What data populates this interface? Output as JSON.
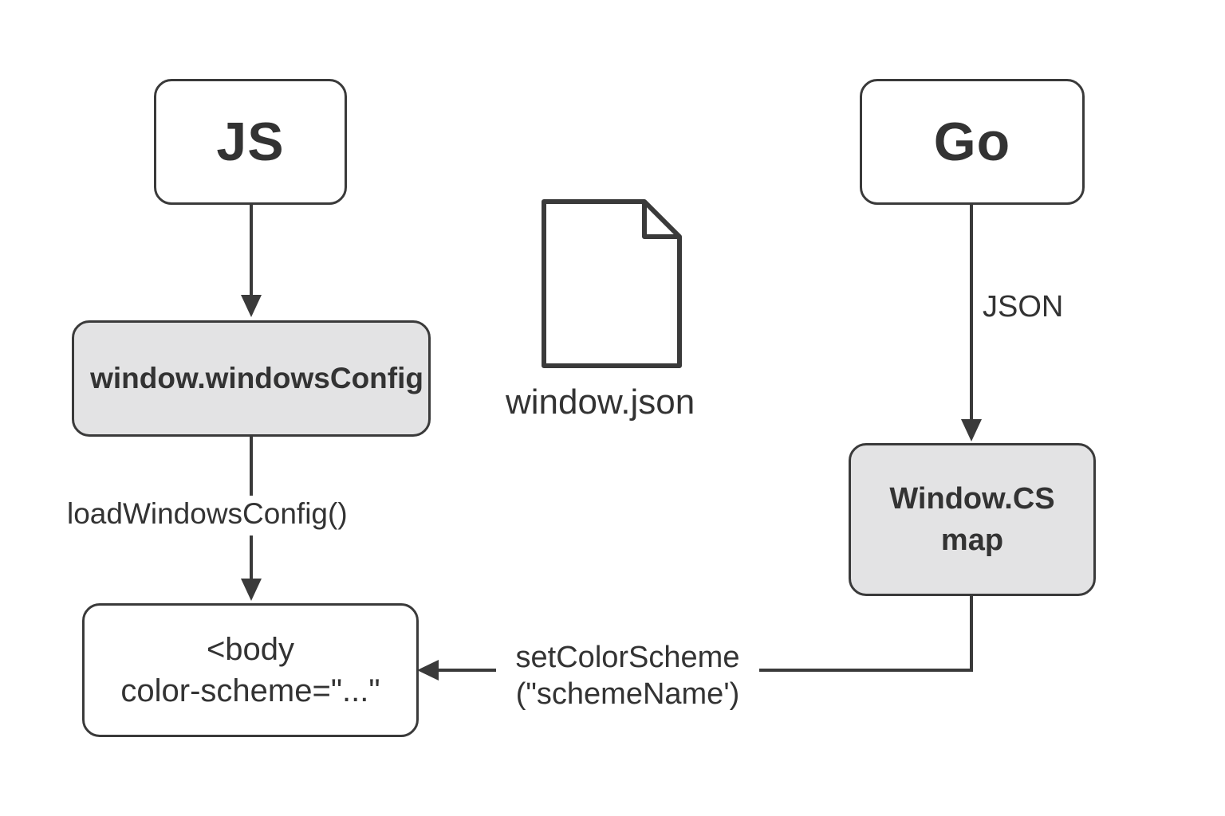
{
  "nodes": {
    "js": {
      "label": "JS"
    },
    "go": {
      "label": "Go"
    },
    "windows_config": {
      "label": "window.windowsConfig"
    },
    "window_cs_map": {
      "label": "Window.CS\nmap"
    },
    "body_tag": {
      "label": "<body\ncolor-scheme=\"...\""
    }
  },
  "file": {
    "icon": "document-icon",
    "caption": "window.json"
  },
  "edges": {
    "load_config": {
      "label": "loadWindowsConfig()"
    },
    "json": {
      "label": "JSON"
    },
    "set_scheme": {
      "label": "setColorScheme\n(\"schemeName')"
    }
  },
  "colors": {
    "stroke": "#3a3a3a",
    "text": "#333333",
    "grey_fill": "#e3e3e4",
    "white_fill": "#ffffff"
  }
}
